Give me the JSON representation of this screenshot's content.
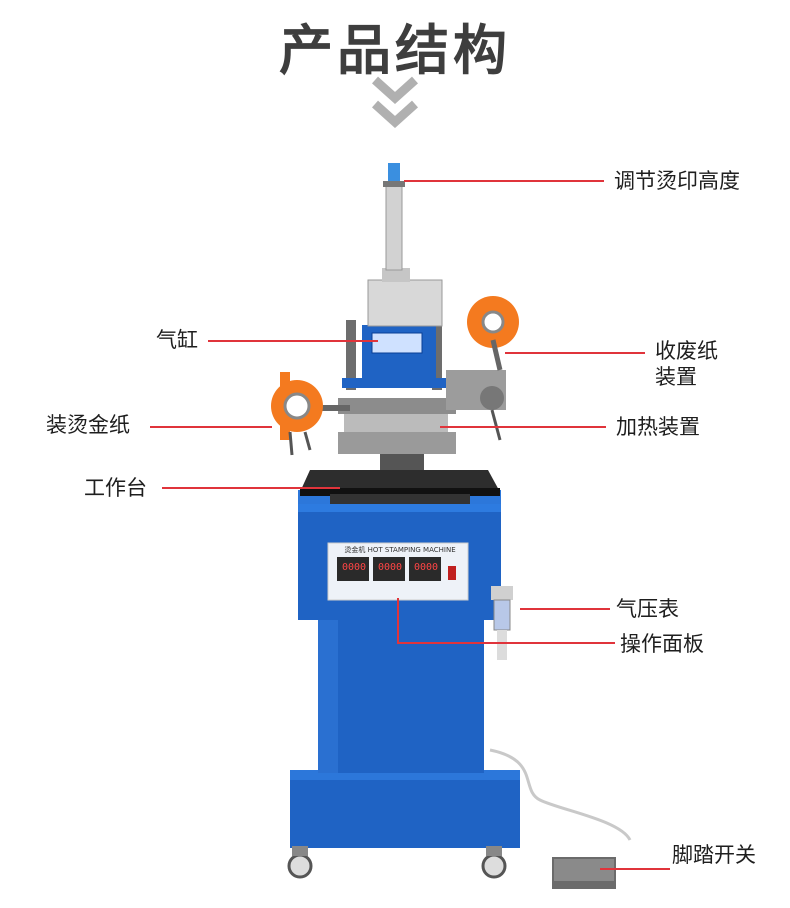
{
  "header": {
    "title": "产品结构"
  },
  "labels": {
    "adjust_height": "调节烫印高度",
    "cylinder": "气缸",
    "waste_line1": "收废纸",
    "waste_line2": "装置",
    "foil_mount": "装烫金纸",
    "heating": "加热装置",
    "worktable": "工作台",
    "gauge": "气压表",
    "panel": "操作面板",
    "foot_switch": "脚踏开关"
  },
  "machine": {
    "plate_text": "烫金机",
    "plate_sub": "HOT STAMPING MACHINE",
    "display_left": "0000",
    "display_mid": "0000",
    "display_right": "0000"
  },
  "colors": {
    "body_blue": "#1f63c4",
    "accent_red": "#e0343b",
    "reel_orange": "#f47a1f"
  }
}
